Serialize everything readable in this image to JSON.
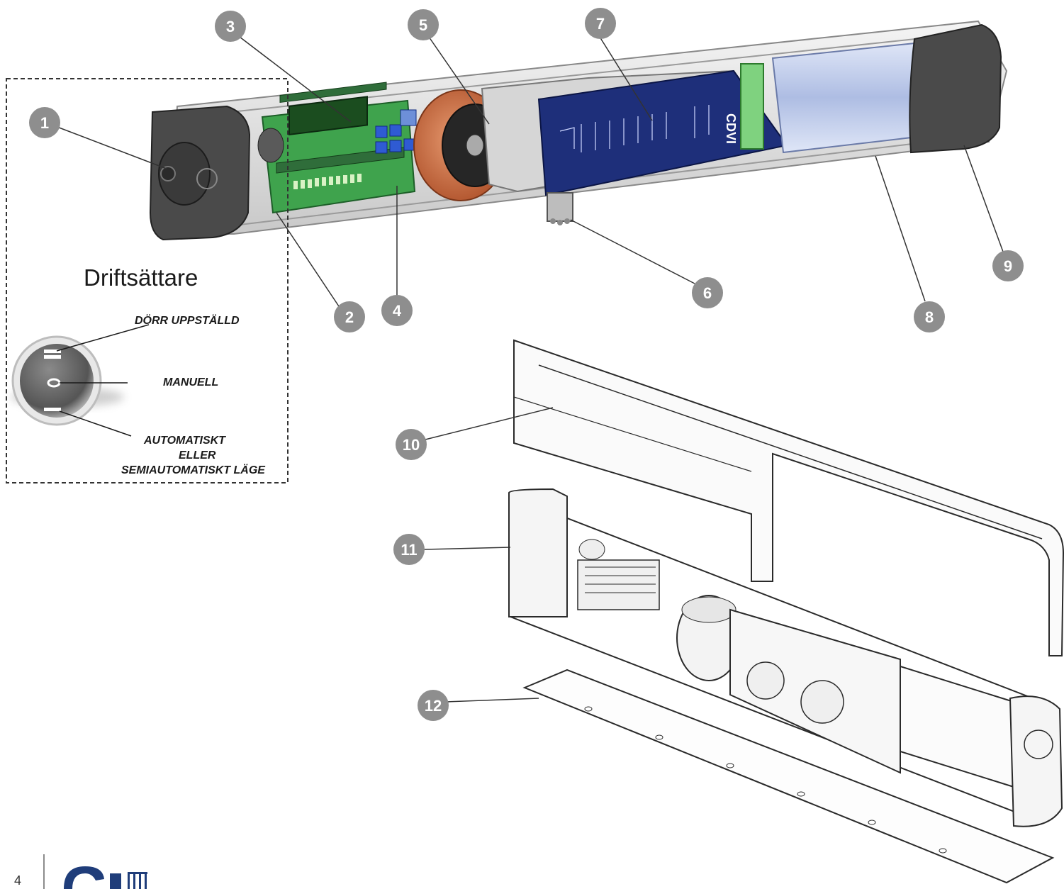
{
  "callouts": [
    "1",
    "2",
    "3",
    "4",
    "5",
    "6",
    "7",
    "8",
    "9",
    "10",
    "11",
    "12"
  ],
  "switch_panel": {
    "title": "Driftsättare",
    "modes": {
      "hold_open": "DÖRR UPPSTÄLLD",
      "manual": "MANUELL",
      "auto_line1": "AUTOMATISKT",
      "auto_line2": "ELLER",
      "auto_line3": "SEMIAUTOMATISKT LÄGE"
    },
    "switch_symbols": {
      "top": "=",
      "middle": "o",
      "bottom": "—"
    }
  },
  "board_brand": "CDVI",
  "page_number": "4",
  "colors": {
    "callout": "#8e8e8e",
    "housing": "#e8e8e8",
    "endcap": "#4a4a4a",
    "pcb": "#3fa34d",
    "motor": "#c8683e",
    "board": "#1e2f7a",
    "cylinder": "#b9c6e8",
    "logo": "#1f3d7a"
  },
  "icons": [
    "hold-open-switch-icon",
    "brand-logo-icon"
  ]
}
